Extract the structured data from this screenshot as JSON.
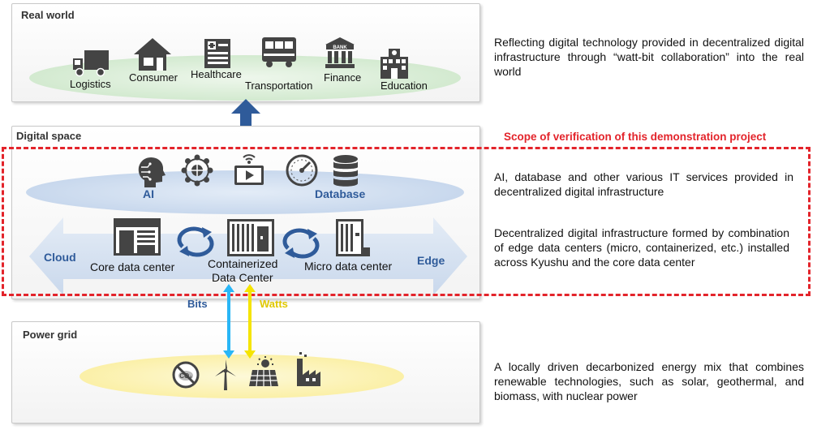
{
  "real_world": {
    "title": "Real world",
    "items": [
      "Logistics",
      "Consumer",
      "Healthcare",
      "Transportation",
      "Finance",
      "Education"
    ],
    "bank_sign": "BANK"
  },
  "digital_space": {
    "title": "Digital space",
    "services": [
      "AI",
      "Database"
    ],
    "cloud": "Cloud",
    "edge": "Edge",
    "core_dc": "Core data center",
    "containerized_dc_line1": "Containerized",
    "containerized_dc_line2": "Data Center",
    "micro_dc": "Micro data center"
  },
  "scope_label": "Scope of verification of this demonstration project",
  "flows": {
    "bits": "Bits",
    "watts": "Watts"
  },
  "power_grid": {
    "title": "Power grid",
    "co2": "CO₂"
  },
  "descriptions": {
    "real_world": "Reflecting digital technology provided in decentralized digital infrastructure through “watt-bit collaboration” into the real world",
    "services": "AI, database and other various IT services provided in decentralized digital infrastructure",
    "infrastructure": "Decentralized digital infrastructure formed by combination of edge data centers (micro, containerized, etc.) installed across Kyushu and the core data center",
    "power": "A locally driven decarbonized energy mix that combines renewable technologies, such as solar, geothermal, and biomass, with nuclear power"
  },
  "colors": {
    "scope_red": "#e3242b",
    "accent_blue": "#2f5b9a",
    "bits_cyan": "#29b6f6",
    "watts_yellow": "#f5e400",
    "green_ellipse": "#d7ecd2",
    "blue_ellipse": "#c9d9ee",
    "yellow_ellipse": "#fbf3b5",
    "arrow_band": "#d5e1f0"
  }
}
